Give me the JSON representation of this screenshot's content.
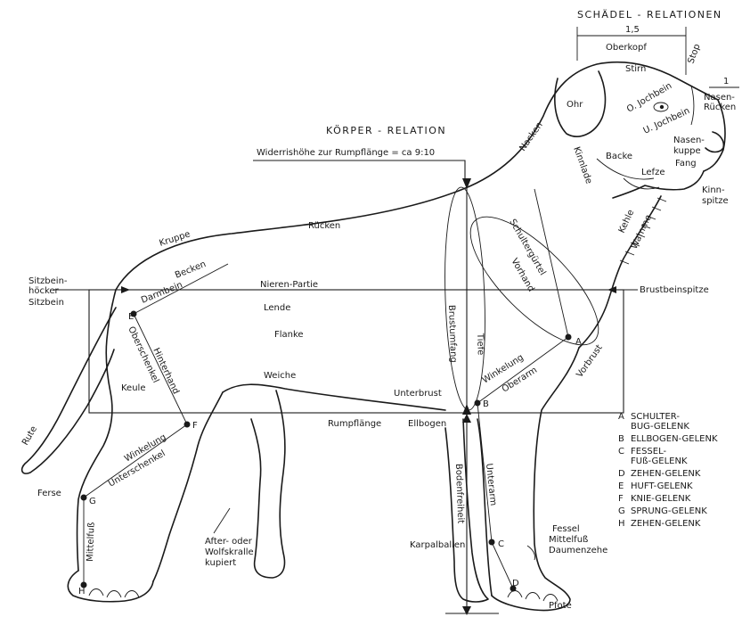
{
  "skull": {
    "title": "SCHÄDEL - RELATIONEN",
    "ratio": "1,5",
    "ratio_small": "1",
    "labels": {
      "oberkopf": "Oberkopf",
      "stirn": "Stirn",
      "stop": "Stop",
      "nasenruecken": "Nasen-\nRücken",
      "ohr": "Ohr",
      "o_jochbein": "O. Jochbein",
      "u_jochbein": "U. Jochbein",
      "nasenkuppe": "Nasen-\nkuppe",
      "fang": "Fang",
      "backe": "Backe",
      "kinnlade": "Kinnlade",
      "lefze": "Lefze",
      "kinnspitze": "Kinn-\nspitze",
      "nacken": "Nacken",
      "kehle": "Kehle",
      "wamme": "Wamme"
    }
  },
  "body": {
    "title": "KÖRPER - RELATION",
    "subtitle": "Widerrishöhe zur Rumpflänge = ca 9:10",
    "labels": {
      "ruecken": "Rücken",
      "kruppe": "Kruppe",
      "sitzbeinhoecker": "Sitzbein-\nhöcker",
      "sitzbein": "Sitzbein",
      "becken": "Becken",
      "darmbein": "Darmbein",
      "nierenpartie": "Nieren-Partie",
      "lende": "Lende",
      "flanke": "Flanke",
      "oberschenkel": "Oberschenkel",
      "hinterhand": "Hinterhand",
      "keule": "Keule",
      "weiche": "Weiche",
      "unterbrust": "Unterbrust",
      "rute": "Rute",
      "rumpflaenge": "Rumpflänge",
      "ellbogen": "Ellbogen",
      "winkelung_hind": "Winkelung",
      "unterschenkel": "Unterschenkel",
      "ferse": "Ferse",
      "mittelfuss": "Mittelfuß",
      "afterkralle": "After- oder\nWolfskralle\nkupiert",
      "schultergurtel": "Schultergürtel",
      "vorhand": "Vorhand",
      "brustumfang": "Brustumfang",
      "tiefe": "Tiefe",
      "winkelung_front": "Winkelung",
      "oberarm": "Oberarm",
      "vorbrust": "Vorbrust",
      "brustbeinspitze": "Brustbeinspitze",
      "bodenfreiheit": "Bodenfreiheit",
      "unterarm": "Unterarm",
      "karpalballen": "Karpalballen",
      "fessel": "Fessel",
      "mittelfuss_front": "Mittelfuß",
      "daumenzehe": "Daumenzehe",
      "pfote": "Pfote"
    },
    "points": {
      "A": "A",
      "B": "B",
      "C": "C",
      "D": "D",
      "E": "E",
      "F": "F",
      "G": "G",
      "H": "H"
    }
  },
  "legend": [
    {
      "key": "A",
      "text": "SCHULTER-\nBUG-GELENK"
    },
    {
      "key": "B",
      "text": "ELLBOGEN-GELENK"
    },
    {
      "key": "C",
      "text": "FESSEL-\nFUß-GELENK"
    },
    {
      "key": "D",
      "text": "ZEHEN-GELENK"
    },
    {
      "key": "E",
      "text": "HUFT-GELENK"
    },
    {
      "key": "F",
      "text": "KNIE-GELENK"
    },
    {
      "key": "G",
      "text": "SPRUNG-GELENK"
    },
    {
      "key": "H",
      "text": "ZEHEN-GELENK"
    }
  ]
}
